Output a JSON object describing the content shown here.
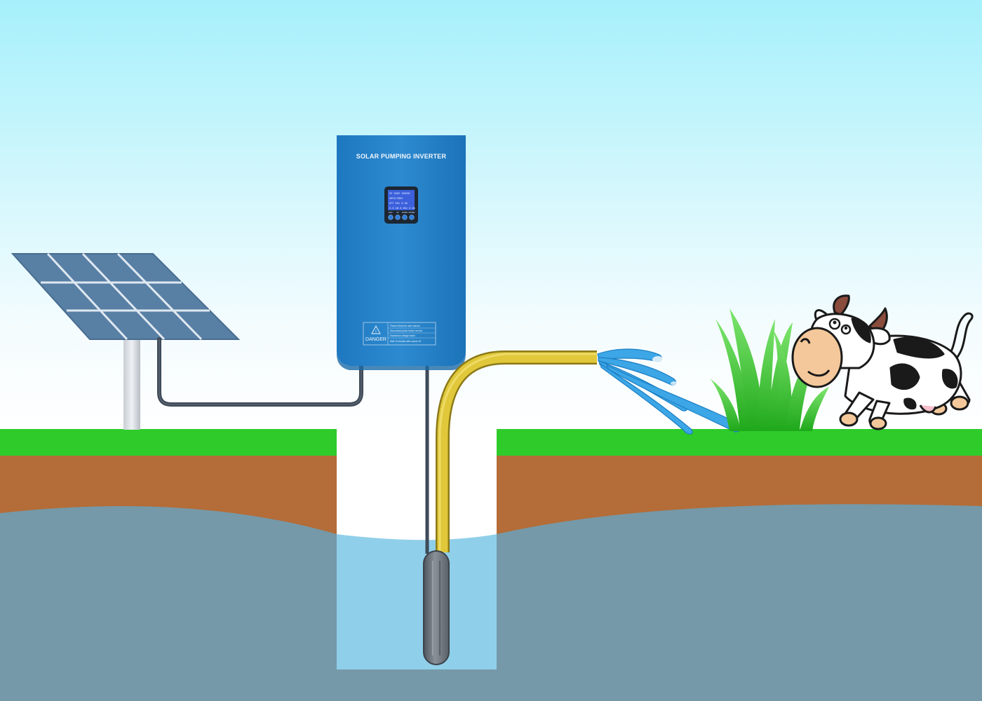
{
  "inverter": {
    "title": "SOLAR PUMPING INVERTER",
    "warning_label": "DANGER",
    "display_lines": [
      "5V 50HZ 380VDC",
      "60HZ/380V",
      "OFF  0Hz 0.0A",
      "0.0 kW 0.0Hz 0.0A"
    ],
    "button_labels": [
      "ESC",
      "UP",
      "DOWN",
      "ENTER"
    ],
    "warning_lines": [
      "Please follow the user manual",
      "Disconnect power before service",
      "Hazardous voltage inside",
      "Wait 10 minutes after power off"
    ]
  },
  "colors": {
    "sky_top": "#a6f0fb",
    "sky_bottom": "#ffffff",
    "grass": "#2ecb2a",
    "soil": "#b46c38",
    "groundwater": "#7599a8",
    "well_water": "#90cfea",
    "inverter_body": "#2580c6",
    "solar_panel": "#587fa4",
    "hose": "#e0c83a",
    "cable": "#3e4a58",
    "water_spray": "#3ca6e6",
    "pump": "#787e86"
  }
}
